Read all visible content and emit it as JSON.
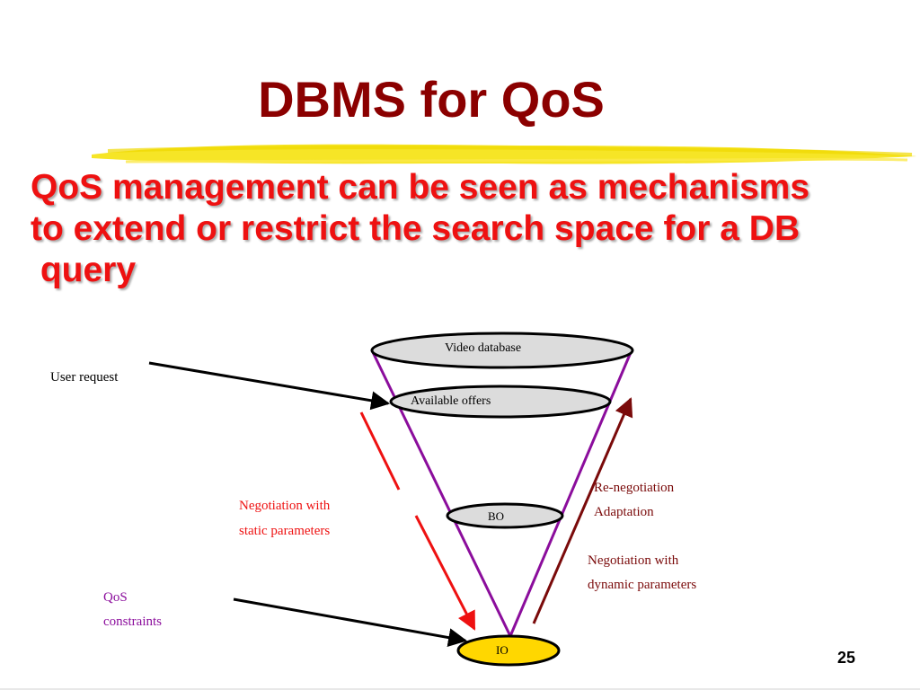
{
  "slide": {
    "title": "DBMS for QoS",
    "subtitle_lines": [
      "QoS management can be seen as mechanisms",
      "to extend or restrict the search space for a DB",
      " query"
    ],
    "page_number": "25"
  },
  "diagram": {
    "ellipses": {
      "video_database": "Video database",
      "available_offers": "Available offers",
      "bo": "BO",
      "io": "IO"
    },
    "labels": {
      "user_request": "User request",
      "negotiation_static_1": "Negotiation with",
      "negotiation_static_2": "static parameters",
      "qos_constraints_1": "QoS",
      "qos_constraints_2": "constraints",
      "renegotiation": "Re-negotiation",
      "adaptation": "Adaptation",
      "negotiation_dynamic_1": "Negotiation with",
      "negotiation_dynamic_2": "dynamic parameters"
    },
    "colors": {
      "title": "#8b0000",
      "subtitle": "#ee1111",
      "funnel": "#8b0d9c",
      "static_arrow": "#ee1111",
      "dynamic_arrow": "#7a0a0a",
      "qos_label": "#8b0d9c",
      "ellipse_fill": "#dcdcdc",
      "io_fill": "#ffd700",
      "highlight": "#f5e000"
    }
  }
}
